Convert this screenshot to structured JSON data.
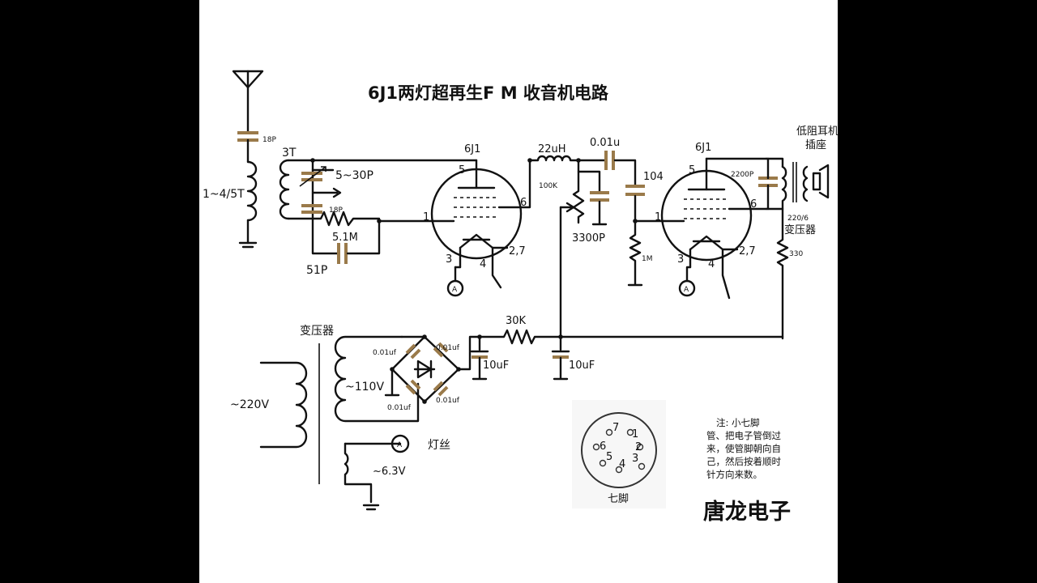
{
  "title": "6J1两灯超再生F M 收音机电路",
  "brand": "唐龙电子",
  "labels": {
    "ant_cap": "18P",
    "coil_turns": "1~4/5T",
    "coil_3t": "3T",
    "varcap": "5~30P",
    "grid_cap_18p": "18P",
    "grid_res": "5.1M",
    "grid_cap_51p": "51P",
    "tube1": "6J1",
    "tube2": "6J1",
    "choke": "22uH",
    "coupling_cap": "0.01u",
    "pot_100k": "100K",
    "cap_3300p": "3300P",
    "cap_104": "104",
    "res_1m": "1M",
    "cap_2200p": "2200P",
    "jack_line1": "低阻耳机",
    "jack_line2": "插座",
    "out_xfmr_ratio": "220/6",
    "out_xfmr_name": "变压器",
    "res_330": "330",
    "res_30k": "30K",
    "cap_10uf_a": "10uF",
    "cap_10uf_b": "10uF",
    "xfmr": "变压器",
    "mains": "~220V",
    "hv": "~110V",
    "heater": "~6.3V",
    "heater_label": "灯丝",
    "bridge_cap_tl": "0.01uf",
    "bridge_cap_tr": "0.01uf",
    "bridge_cap_br": "0.01uf",
    "bridge_cap_bl": "0.01uf",
    "heater_ind": "A",
    "heater_ind_t1": "A",
    "heater_ind_t2": "A",
    "t1_pin5": "5",
    "t1_pin6": "6",
    "t1_pin1": "1",
    "t1_pin3": "3",
    "t1_pin4": "4",
    "t1_pin27": "2,7",
    "t2_pin5": "5",
    "t2_pin6": "6",
    "t2_pin1": "1",
    "t2_pin3": "3",
    "t2_pin4": "4",
    "t2_pin27": "2,7",
    "base_caption": "七脚",
    "pin_1": "1",
    "pin_2": "2",
    "pin_3": "3",
    "pin_4": "4",
    "pin_5": "5",
    "pin_6": "6",
    "pin_7": "7"
  },
  "note": {
    "line1": "注:  小七脚",
    "line2": "管、把电子管倒过",
    "line3": "来，使管脚朝向自",
    "line4": "己，然后按着顺时",
    "line5": "针方向来数。"
  },
  "colors": {
    "capacitor": "#9a7a4a",
    "wire": "#111111"
  }
}
